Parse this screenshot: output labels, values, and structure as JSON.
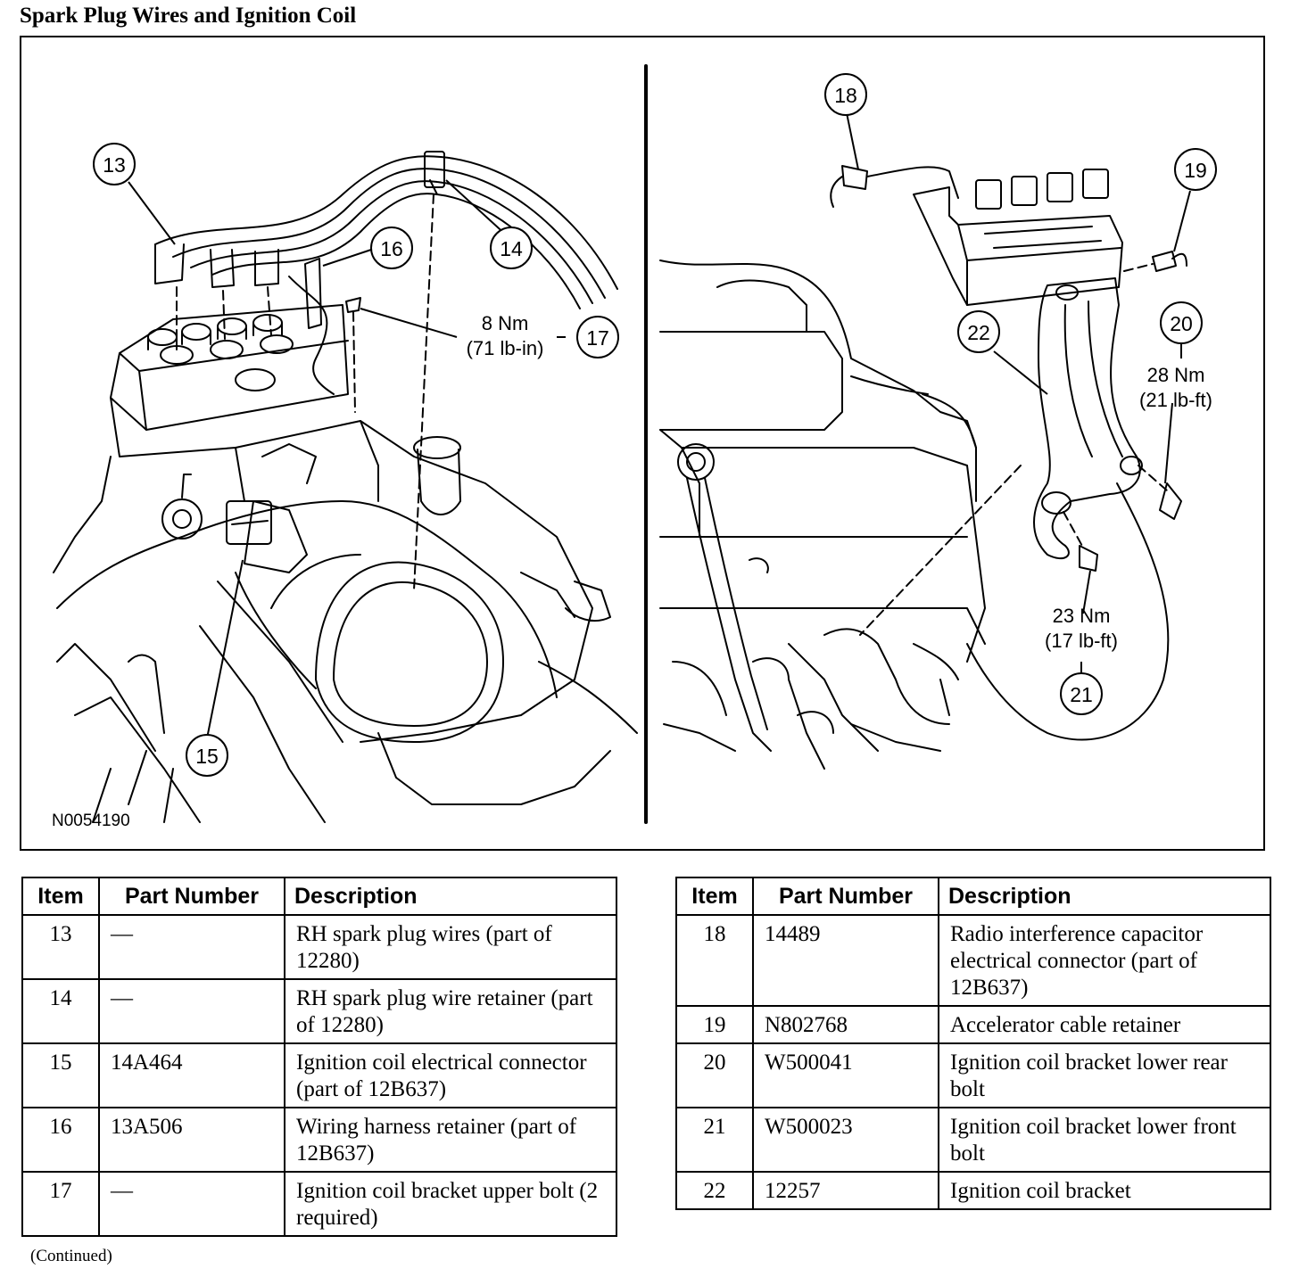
{
  "title": "Spark Plug Wires and Ignition Coil",
  "figure": {
    "id": "N0054190",
    "callouts": [
      "13",
      "14",
      "15",
      "16",
      "17",
      "18",
      "19",
      "20",
      "21",
      "22"
    ],
    "torque": {
      "t17": {
        "line1": "8 Nm",
        "line2": "(71 lb-in)"
      },
      "t20": {
        "line1": "28 Nm",
        "line2": "(21 lb-ft)"
      },
      "t21": {
        "line1": "23 Nm",
        "line2": "(17 lb-ft)"
      }
    }
  },
  "tables": {
    "headers": {
      "item": "Item",
      "part_number": "Part Number",
      "description": "Description"
    },
    "left": [
      {
        "item": "13",
        "part_number": "—",
        "description": "RH spark plug wires (part of 12280)"
      },
      {
        "item": "14",
        "part_number": "—",
        "description": "RH spark plug wire retainer (part of 12280)"
      },
      {
        "item": "15",
        "part_number": "14A464",
        "description": "Ignition coil electrical connector (part of 12B637)"
      },
      {
        "item": "16",
        "part_number": "13A506",
        "description": "Wiring harness retainer (part of 12B637)"
      },
      {
        "item": "17",
        "part_number": "—",
        "description": "Ignition coil bracket upper bolt (2 required)"
      }
    ],
    "right": [
      {
        "item": "18",
        "part_number": "14489",
        "description": "Radio interference capacitor electrical connector (part of 12B637)"
      },
      {
        "item": "19",
        "part_number": "N802768",
        "description": "Accelerator cable retainer"
      },
      {
        "item": "20",
        "part_number": "W500041",
        "description": "Ignition coil bracket lower rear bolt"
      },
      {
        "item": "21",
        "part_number": "W500023",
        "description": "Ignition coil bracket lower front bolt"
      },
      {
        "item": "22",
        "part_number": "12257",
        "description": "Ignition coil bracket"
      }
    ]
  },
  "footer": "(Continued)"
}
